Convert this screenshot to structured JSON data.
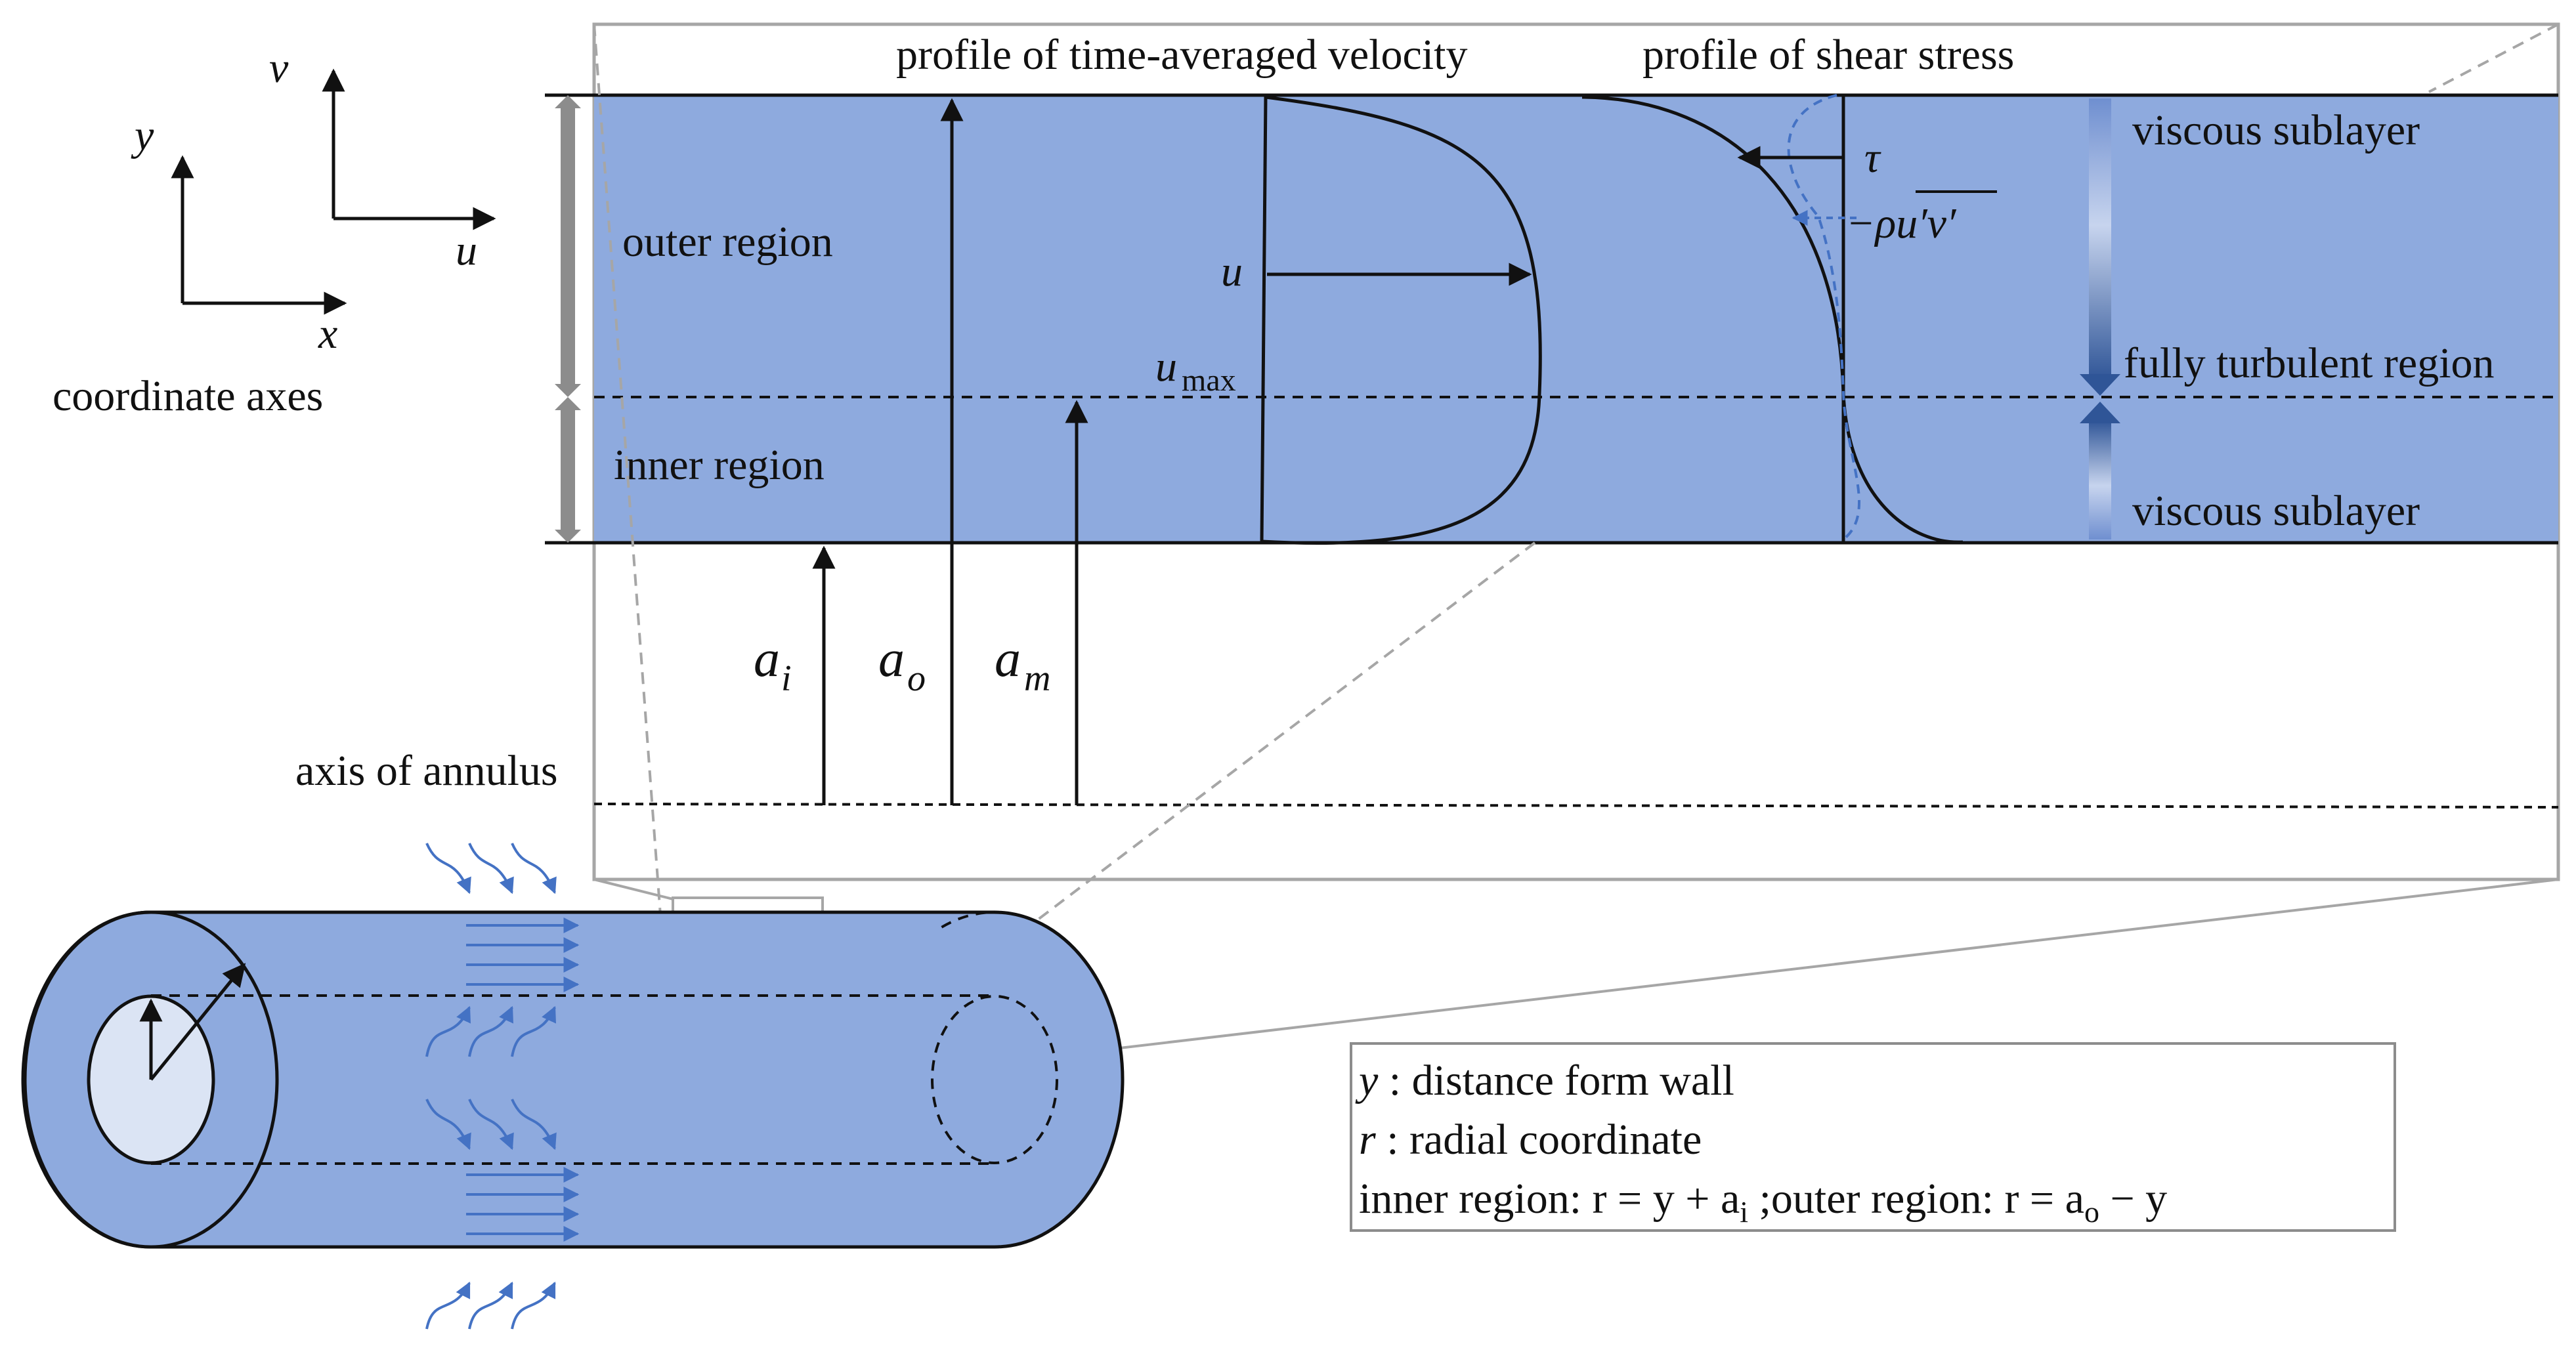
{
  "colors": {
    "fluid": "#8eaade",
    "inner_wall": "#dbe4f4",
    "flow_arrow": "#4472c4",
    "frame": "#a6a6a6",
    "line": "#111111",
    "sublayer_gradient_dark": "#2f5597"
  },
  "coordinate_axes": {
    "caption": "coordinate axes",
    "y": "y",
    "x": "x",
    "v": "v",
    "u": "u"
  },
  "detail": {
    "title_velocity": "profile of  time-averaged velocity",
    "title_shear": "profile of  shear stress",
    "outer_region": "outer region",
    "inner_region": "inner region",
    "u_label": "u",
    "umax_label": "u",
    "umax_sub": "max",
    "tau_label": "τ",
    "reynolds_label": "−ρu′v′",
    "viscous_top": "viscous sublayer",
    "fully_turbulent": "fully turbulent region",
    "viscous_bottom": "viscous sublayer",
    "axis_of_annulus": "axis of annulus",
    "radii": [
      {
        "base": "a",
        "sub": "i"
      },
      {
        "base": "a",
        "sub": "o"
      },
      {
        "base": "a",
        "sub": "m"
      }
    ]
  },
  "legend": {
    "line1_var": "y",
    "line1_text": " : distance form wall",
    "line2_var": "r",
    "line2_text": " : radial coordinate",
    "line3": "inner region: r = y + a",
    "line3_sub": "i",
    "line3_b": " ;outer region: r = a",
    "line3_sub2": "o",
    "line3_c": " − y"
  }
}
